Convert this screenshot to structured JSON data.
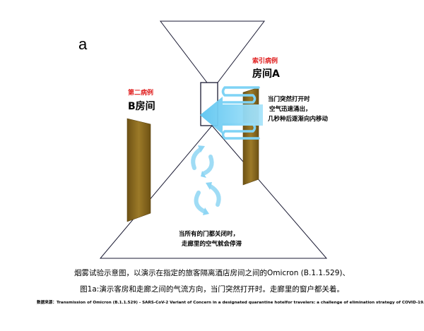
{
  "panel_label": "a",
  "room_a": {
    "tag": "索引病例",
    "name": "房间A"
  },
  "room_b": {
    "tag": "第二病例",
    "name": "B房间"
  },
  "door_note": [
    "当门突然打开时",
    "空气迅速涌出，",
    "几秒种后逐渐向内移动"
  ],
  "hall_note": [
    "当所有的门都关闭时，",
    "走廊里的空气就会停滞"
  ],
  "caption": [
    "烟雾试验示意图，以演示在指定的旅客隔离酒店房间之间的Omicron (B.1.1.529)、",
    "图1a:演示客房和走廊之间的气流方向，当门突然打开时。走廊里的窗户都关着。"
  ],
  "source": "数据来源：Transmission of Omicron (B.1.1.529) - SARS-CoV-2 Variant of Concern in a designated quarantine hotelfor travelers: a challenge of elimination strategy of COVID-19.",
  "colors": {
    "door": "#8a6a1c",
    "airflow": "#7fd3f5",
    "tag_red": "#e01e1e",
    "outline": "#1a1a33"
  }
}
